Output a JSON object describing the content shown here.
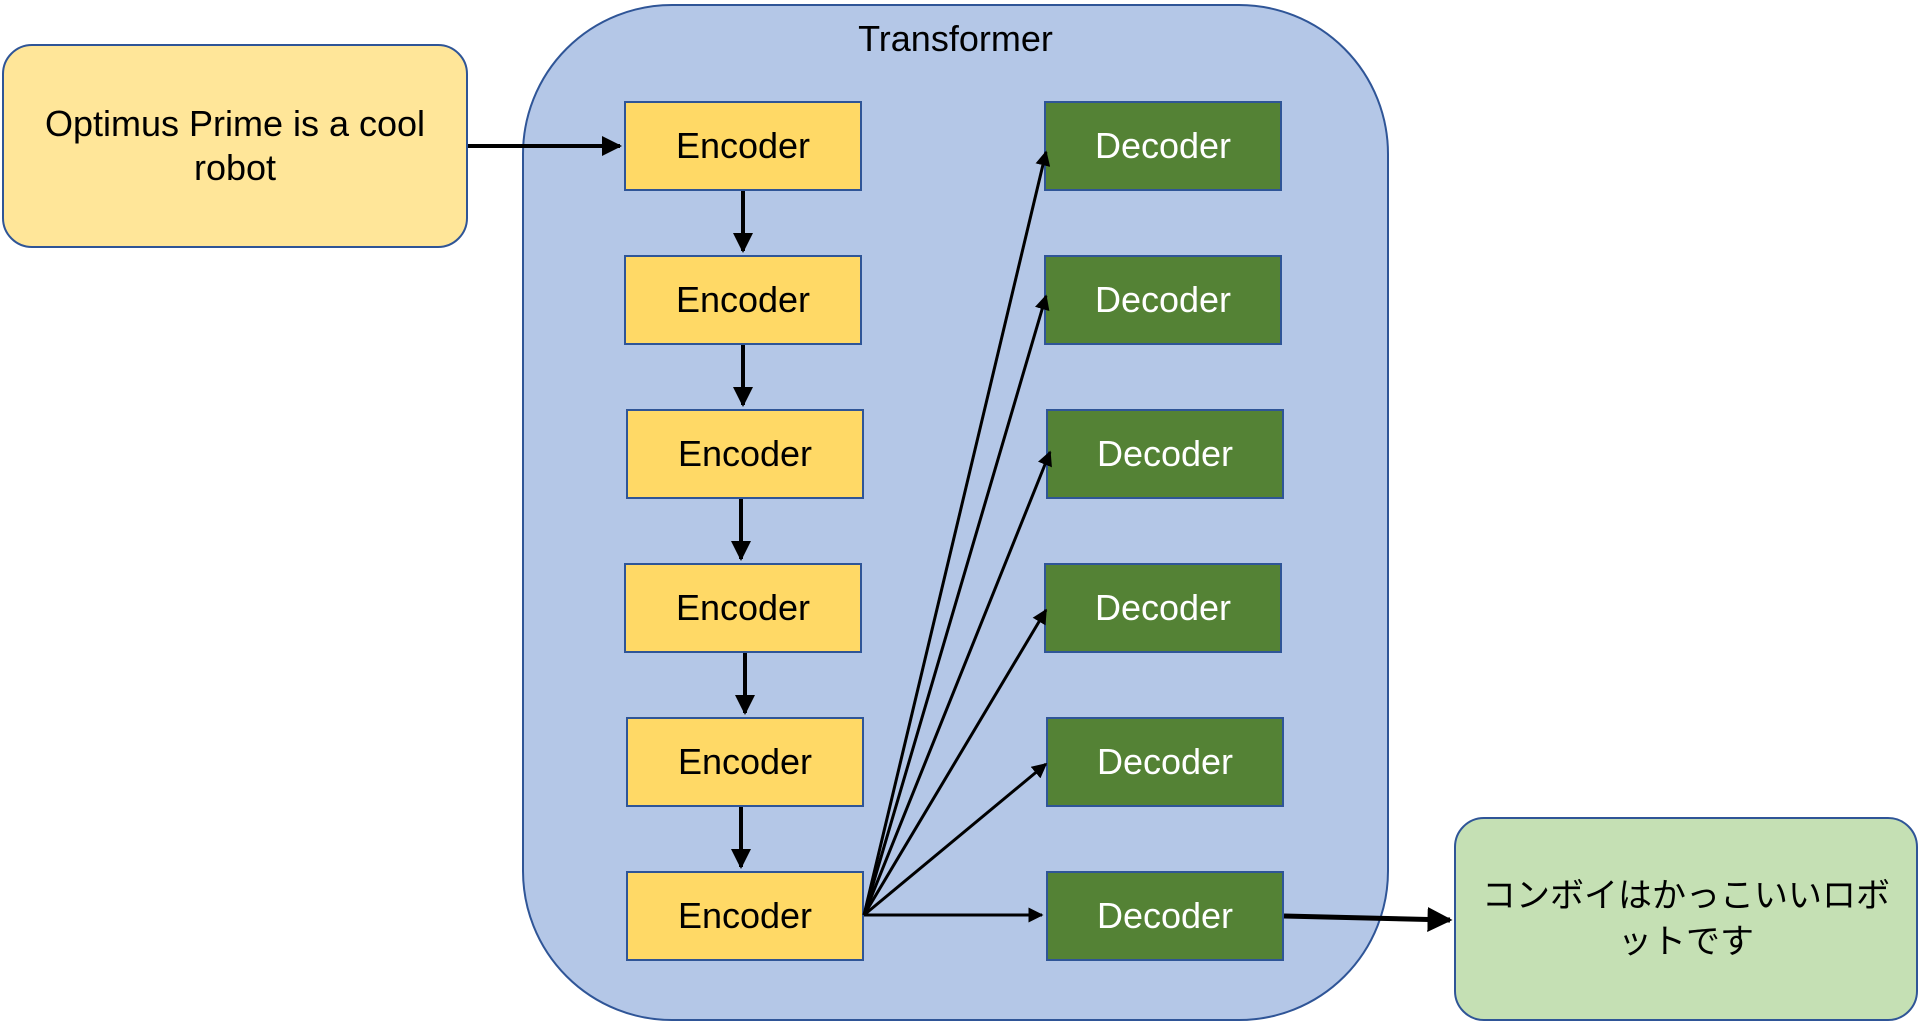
{
  "transformer": {
    "title": "Transformer"
  },
  "input": {
    "text": "Optimus Prime is a cool robot"
  },
  "output": {
    "text": "コンボイはかっこいいロボットです"
  },
  "encoders": [
    "Encoder",
    "Encoder",
    "Encoder",
    "Encoder",
    "Encoder",
    "Encoder"
  ],
  "decoders": [
    "Decoder",
    "Decoder",
    "Decoder",
    "Decoder",
    "Decoder",
    "Decoder"
  ],
  "colors": {
    "transformer_fill": "#b4c7e7",
    "input_fill": "#ffe699",
    "output_fill": "#c5e0b4",
    "encoder_fill": "#ffd966",
    "decoder_fill": "#548235",
    "border": "#2f5597"
  }
}
